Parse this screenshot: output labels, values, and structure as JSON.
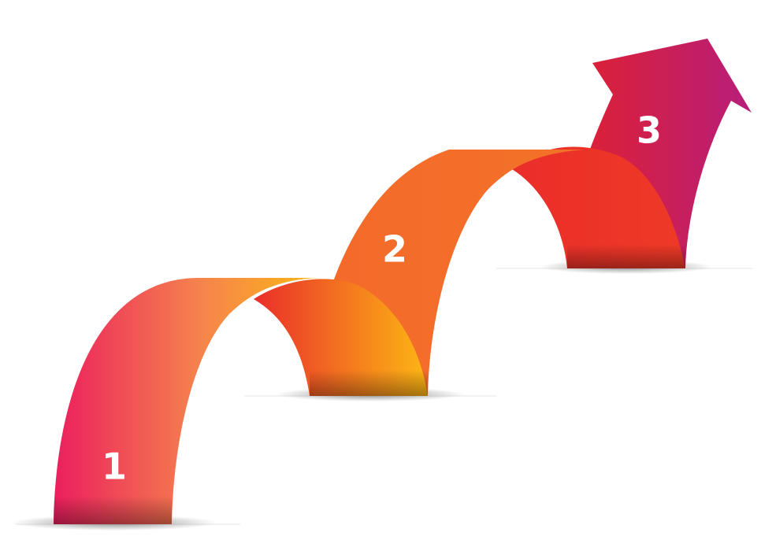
{
  "colors": {
    "background": "#ffffff",
    "pink": "#ec1e5e",
    "orange_light": "#f79a4e",
    "yellow": "#fdb714",
    "orange": "#f4692a",
    "red": "#ea2d2a",
    "magenta": "#b71e7a"
  },
  "steps": [
    {
      "label": "1"
    },
    {
      "label": "2"
    },
    {
      "label": "3"
    }
  ]
}
